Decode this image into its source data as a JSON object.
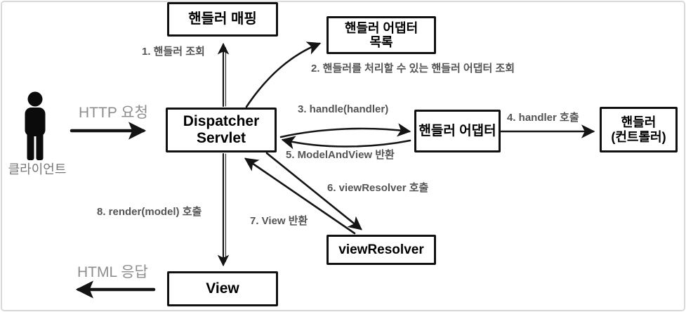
{
  "diagram_title": "DispatcherServlet flow",
  "actor": {
    "label": "클라이언트"
  },
  "labels": {
    "http_request": "HTTP 요청",
    "html_response": "HTML 응답"
  },
  "boxes": {
    "handler_mapping": {
      "label": "핸들러 매핑"
    },
    "handler_adapter_list": {
      "line1": "핸들러 어댑터",
      "line2": "목록"
    },
    "dispatcher_servlet": {
      "line1": "Dispatcher",
      "line2": "Servlet"
    },
    "handler_adapter": {
      "label": "핸들러 어댑터"
    },
    "handler_controller": {
      "line1": "핸들러",
      "line2": "(컨트롤러)"
    },
    "view_resolver": {
      "label": "viewResolver"
    },
    "view": {
      "label": "View"
    }
  },
  "steps": {
    "s1": "1. 핸들러 조회",
    "s2": "2. 핸들러를 처리할 수 있는 핸들러 어댑터 조회",
    "s3": "3. handle(handler)",
    "s4": "4. handler 호출",
    "s5": "5. ModelAndView 반환",
    "s6": "6. viewResolver 호출",
    "s7": "7. View 반환",
    "s8": "8. render(model) 호출"
  },
  "colors": {
    "box_border": "#111111",
    "arrow": "#141414",
    "step_label": "#545454",
    "soft_label": "#8e8e8e",
    "frame_border": "#d9d9d9",
    "background": "#ffffff"
  }
}
